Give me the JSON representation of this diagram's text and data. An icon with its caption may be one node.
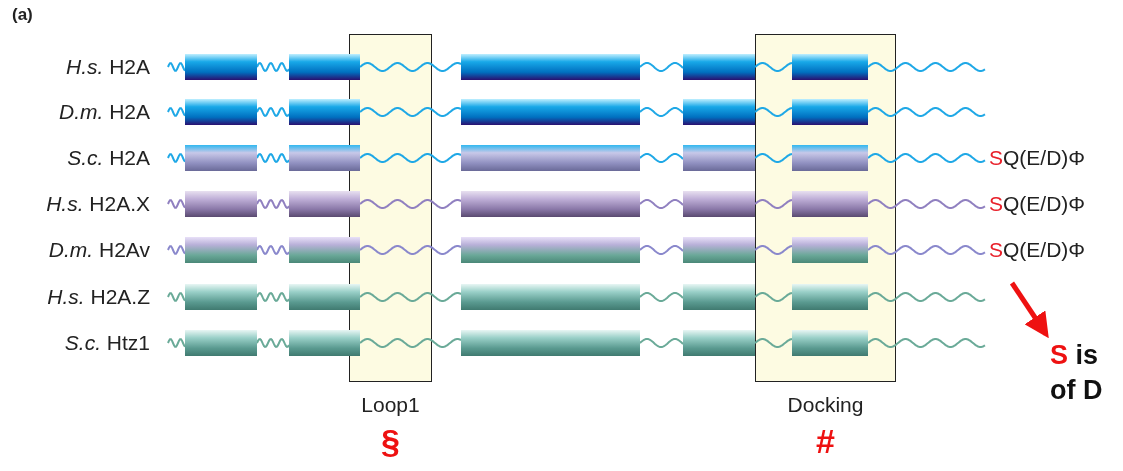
{
  "diagram": {
    "nodes": [
      {
        "text": [
          "Loop1"
        ],
        "beside": [
          "§"
        ]
      },
      {
        "text": [
          "Docking"
        ],
        "beside": [
          "#"
        ]
      },
      {
        "text": [
          "S is of D"
        ]
      }
    ],
    "edges": [
      {
        "from": null,
        "to": 2,
        "arrow": "to",
        "color": "#ee1111"
      }
    ],
    "labels": [
      "(a)",
      "*H.s.* H2A",
      "*D.m.* H2A",
      "*S.c.* H2A",
      "SQ(E/D)Φ",
      "*H.s.* H2A.X",
      "SQ(E/D)Φ",
      "*D.m.* H2Av",
      "SQ(E/D)Φ",
      "*H.s.* H2A.Z",
      "*S.c.* Htz1"
    ]
  }
}
